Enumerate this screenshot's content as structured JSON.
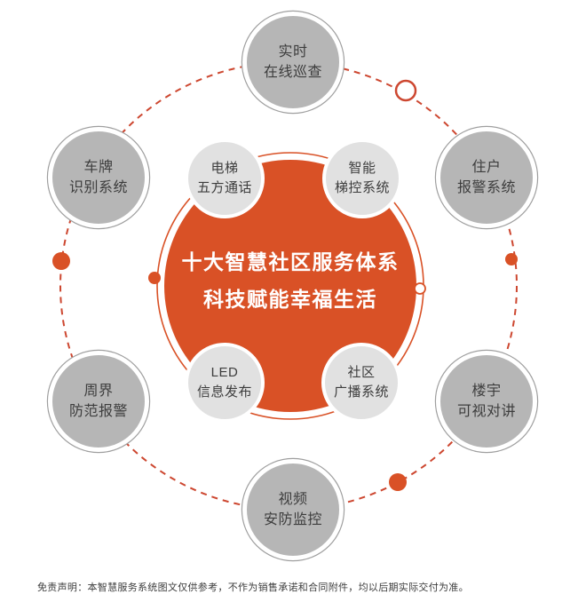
{
  "diagram": {
    "center": {
      "line1": "十大智慧社区服务体系",
      "line2": "科技赋能幸福生活"
    },
    "outer_nodes": [
      {
        "name": "realtime-online-inspection",
        "line1": "实时",
        "line2": "在线巡查"
      },
      {
        "name": "license-plate-recognition",
        "line1": "车牌",
        "line2": "识别系统"
      },
      {
        "name": "resident-alarm-system",
        "line1": "住户",
        "line2": "报警系统"
      },
      {
        "name": "perimeter-prevention-alarm",
        "line1": "周界",
        "line2": "防范报警"
      },
      {
        "name": "building-video-intercom",
        "line1": "楼宇",
        "line2": "可视对讲"
      },
      {
        "name": "video-security-monitoring",
        "line1": "视频",
        "line2": "安防监控"
      }
    ],
    "inner_nodes": [
      {
        "name": "elevator-five-way-call",
        "line1": "电梯",
        "line2": "五方通话"
      },
      {
        "name": "smart-elevator-control",
        "line1": "智能",
        "line2": "梯控系统"
      },
      {
        "name": "led-information-release",
        "line1": "LED",
        "line2": "信息发布"
      },
      {
        "name": "community-broadcast-system",
        "line1": "社区",
        "line2": "广播系统"
      }
    ]
  },
  "colors": {
    "accent_orange": "#d95126",
    "dash_red": "#cd4730",
    "gray_fill": "#b6b6b6",
    "gray_outline": "#9f9f9f",
    "inner_fill": "#e1e1e1",
    "title_text": "#ffffff",
    "label_text": "#3d3d3d"
  },
  "disclaimer": "免责声明：本智慧服务系统图文仅供参考，不作为销售承诺和合同附件，均以后期实际交付为准。"
}
